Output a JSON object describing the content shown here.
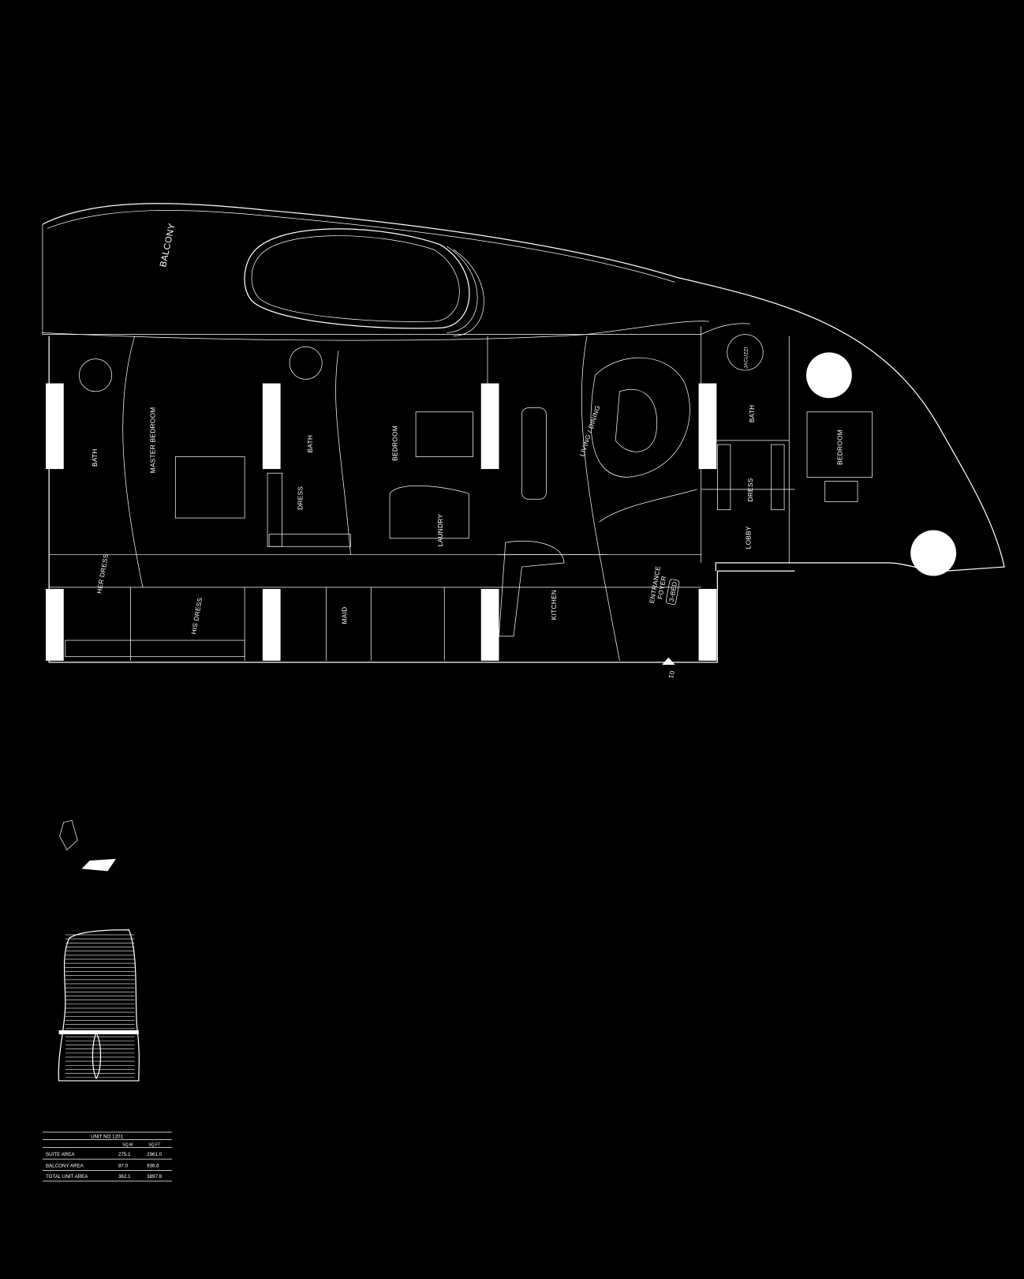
{
  "plan": {
    "rooms": {
      "balcony": "BALCONY",
      "master_bedroom": "MASTER BEDROOM",
      "master_bath": "BATH",
      "her_dress": "HER DRESS",
      "his_dress": "HIS DRESS",
      "bath_2": "BATH",
      "dress_2": "DRESS",
      "bedroom_2": "BEDROOM",
      "laundry": "LAUNDRY",
      "maid": "MAID",
      "kitchen": "KITCHEN",
      "living_dining": "LIVING / DINING",
      "entrance": "ENTRANCE",
      "foyer": "FOYER",
      "unit_type": "3-BED",
      "lobby": "LOBBY",
      "bath_3": "BATH",
      "jacuzzi": "JACUZZI",
      "dress_3": "DRESS",
      "bedroom_3": "BEDROOM"
    },
    "entry_marker": "01"
  },
  "area_table": {
    "title": "UNIT NO 1201",
    "columns": [
      "",
      "SQ.M",
      "SQ.FT"
    ],
    "rows": [
      {
        "label": "SUITE AREA",
        "sqm": "275.1",
        "sqft": "2961.0"
      },
      {
        "label": "BALCONY AREA",
        "sqm": "87.0",
        "sqft": "936.8"
      },
      {
        "label": "TOTAL UNIT AREA",
        "sqm": "362.1",
        "sqft": "3897.8"
      }
    ]
  }
}
